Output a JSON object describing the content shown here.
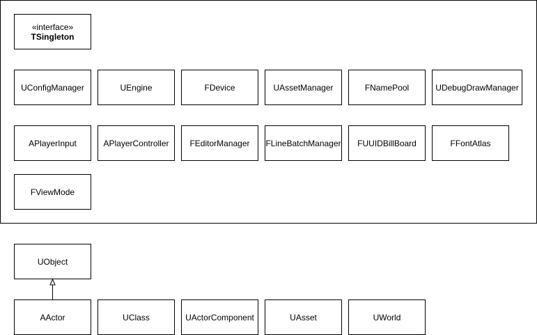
{
  "interface": {
    "stereotype": "«interface»",
    "name": "TSingleton"
  },
  "singletons_row1": [
    "UConfigManager",
    "UEngine",
    "FDevice",
    "UAssetManager",
    "FNamePool",
    "UDebugDrawManager"
  ],
  "singletons_row2": [
    "APlayerInput",
    "APlayerController",
    "FEditorManager",
    "FLineBatchManager",
    "FUUIDBillBoard",
    "FFontAtlas"
  ],
  "singletons_row3": [
    "FViewMode"
  ],
  "object_base": "UObject",
  "objects_row": [
    "AActor",
    "UClass",
    "UActorComponent",
    "UAsset",
    "UWorld"
  ]
}
